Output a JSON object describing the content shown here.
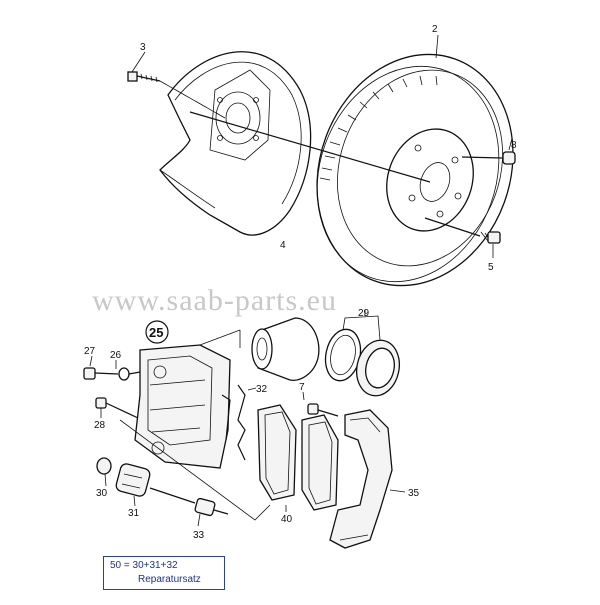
{
  "watermark": "www.saab-parts.eu",
  "parts": [
    {
      "id": "p2",
      "label": "2"
    },
    {
      "id": "p3",
      "label": "3"
    },
    {
      "id": "p4",
      "label": "4"
    },
    {
      "id": "p5",
      "label": "5"
    },
    {
      "id": "p7",
      "label": "7"
    },
    {
      "id": "p8",
      "label": "8"
    },
    {
      "id": "p25",
      "label": "25"
    },
    {
      "id": "p26",
      "label": "26"
    },
    {
      "id": "p27",
      "label": "27"
    },
    {
      "id": "p28",
      "label": "28"
    },
    {
      "id": "p29",
      "label": "29"
    },
    {
      "id": "p30",
      "label": "30"
    },
    {
      "id": "p31",
      "label": "31"
    },
    {
      "id": "p32",
      "label": "32"
    },
    {
      "id": "p33",
      "label": "33"
    },
    {
      "id": "p35",
      "label": "35"
    },
    {
      "id": "p40",
      "label": "40"
    }
  ],
  "legend": {
    "formula": "50 = 30+31+32",
    "caption": "Reparatursatz",
    "color": "#1f2f9a"
  }
}
